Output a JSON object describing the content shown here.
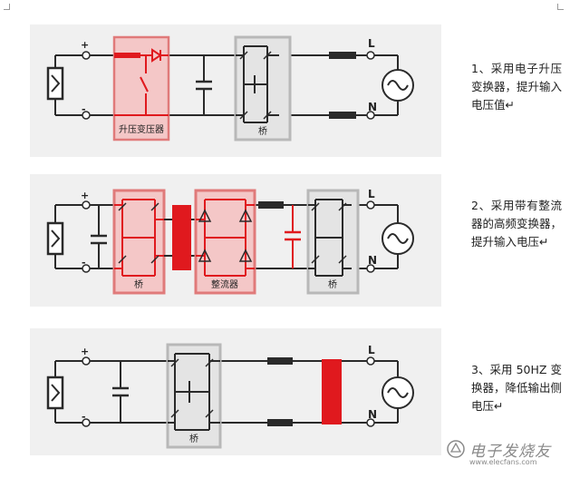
{
  "colors": {
    "accent_red": "#e0191e",
    "box_red_fill": "#f4c7c7",
    "box_red_border": "#e07a7a",
    "bridge_gray": "#b8b8b8",
    "wire": "#2a2a2a",
    "panel_bg": "#f0f0f0"
  },
  "panels": [
    {
      "plus": "+",
      "minus": "-",
      "terminal_l": "L",
      "terminal_n": "N",
      "boost_label": "升压变压器",
      "bridge_label": "桥",
      "caption": "1、采用电子升压变换器，提升输入电压值↵"
    },
    {
      "plus": "+",
      "minus": "-",
      "terminal_l": "L",
      "terminal_n": "N",
      "bridge1_label": "桥",
      "rectifier_label": "整流器",
      "bridge2_label": "桥",
      "caption": "2、采用带有整流器的高频变换器，提升输入电压↵"
    },
    {
      "plus": "+",
      "minus": "-",
      "terminal_l": "L",
      "terminal_n": "N",
      "bridge_label": "桥",
      "caption": "3、采用 50HZ 变换器，降低输出侧电压↵"
    }
  ],
  "watermark": {
    "text": "电子发烧友",
    "url": "www.elecfans.com"
  }
}
